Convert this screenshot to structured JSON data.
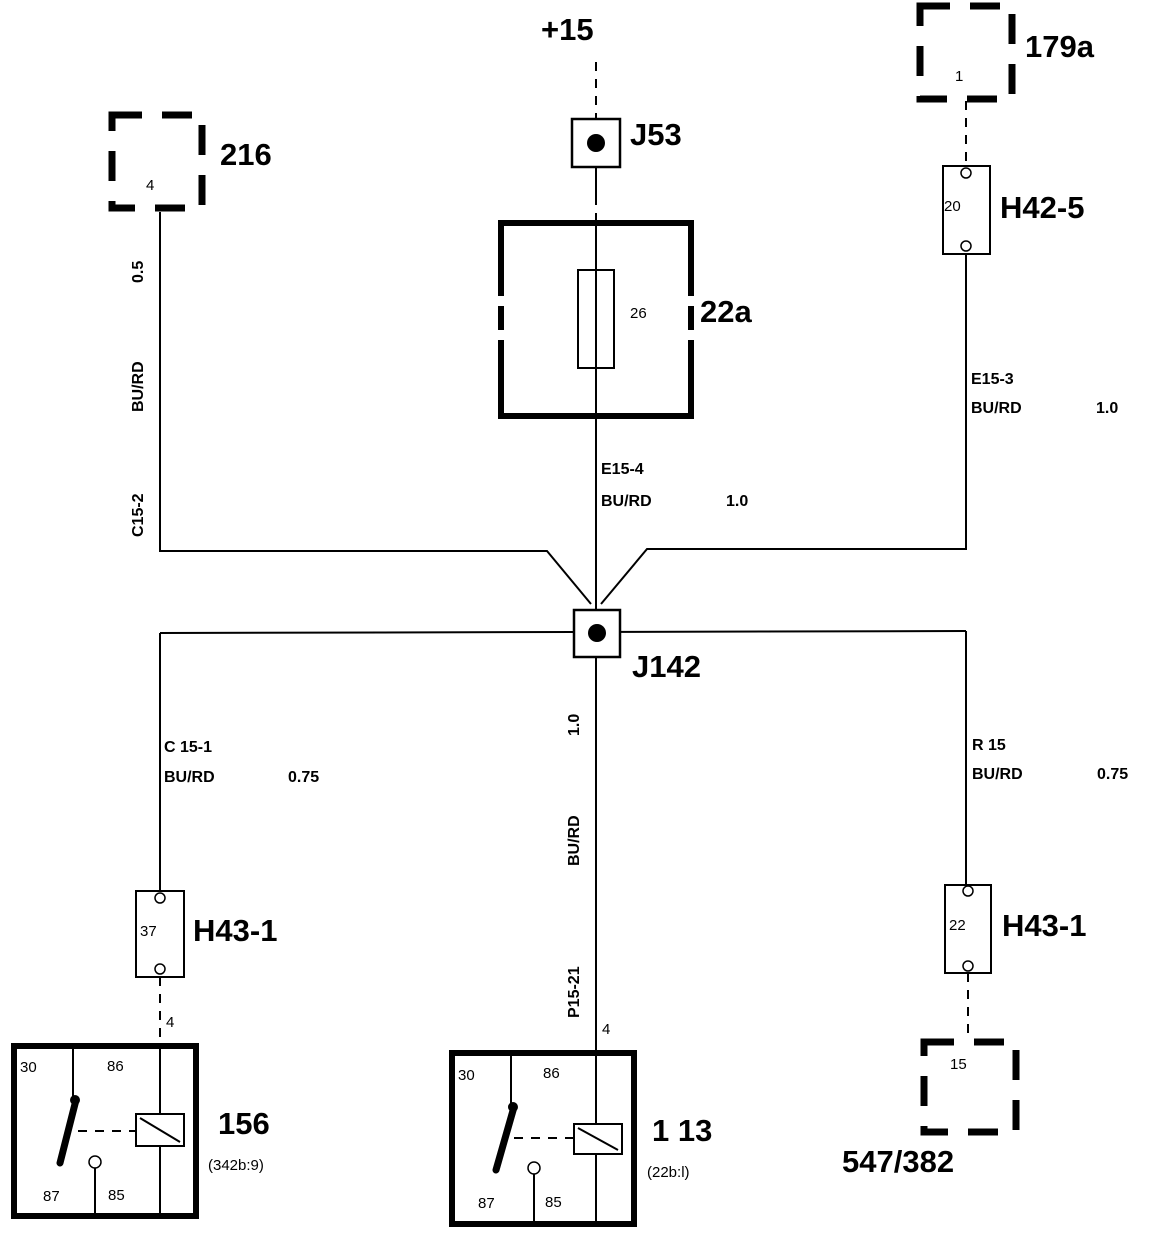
{
  "supply": {
    "label": "+15"
  },
  "splice_j53": {
    "label": "J53"
  },
  "splice_j142": {
    "label": "J142"
  },
  "fuse_box": {
    "label": "22a",
    "fuse": "26"
  },
  "comp_216": {
    "label": "216",
    "pin": "4"
  },
  "comp_179a": {
    "label": "179a",
    "pin": "1"
  },
  "comp_547": {
    "label": "547/382",
    "pin": "15"
  },
  "conn_h42_5": {
    "label": "H42-5",
    "pin": "20"
  },
  "conn_h43_1_left": {
    "label": "H43-1",
    "pin": "37"
  },
  "conn_h43_1_right": {
    "label": "H43-1",
    "pin": "22"
  },
  "wires": {
    "c15_2": {
      "id": "C15-2",
      "color": "BU/RD",
      "size": "0.5"
    },
    "e15_4": {
      "id": "E15-4",
      "color": "BU/RD",
      "size": "1.0"
    },
    "e15_3": {
      "id": "E15-3",
      "color": "BU/RD",
      "size": "1.0"
    },
    "c15_1": {
      "id": "C 15-1",
      "color": "BU/RD",
      "size": "0.75"
    },
    "p15_21": {
      "id": "P15-21",
      "color": "BU/RD",
      "size": "1.0"
    },
    "r15": {
      "id": "R 15",
      "color": "BU/RD",
      "size": "0.75"
    }
  },
  "relay_156": {
    "label": "156",
    "ref": "(342b:9)",
    "feed_pin": "4",
    "pins": {
      "p30": "30",
      "p86": "86",
      "p87": "87",
      "p85": "85"
    }
  },
  "relay_113": {
    "label": "1 13",
    "ref": "(22b:l)",
    "feed_pin": "4",
    "pins": {
      "p30": "30",
      "p86": "86",
      "p87": "87",
      "p85": "85"
    }
  }
}
